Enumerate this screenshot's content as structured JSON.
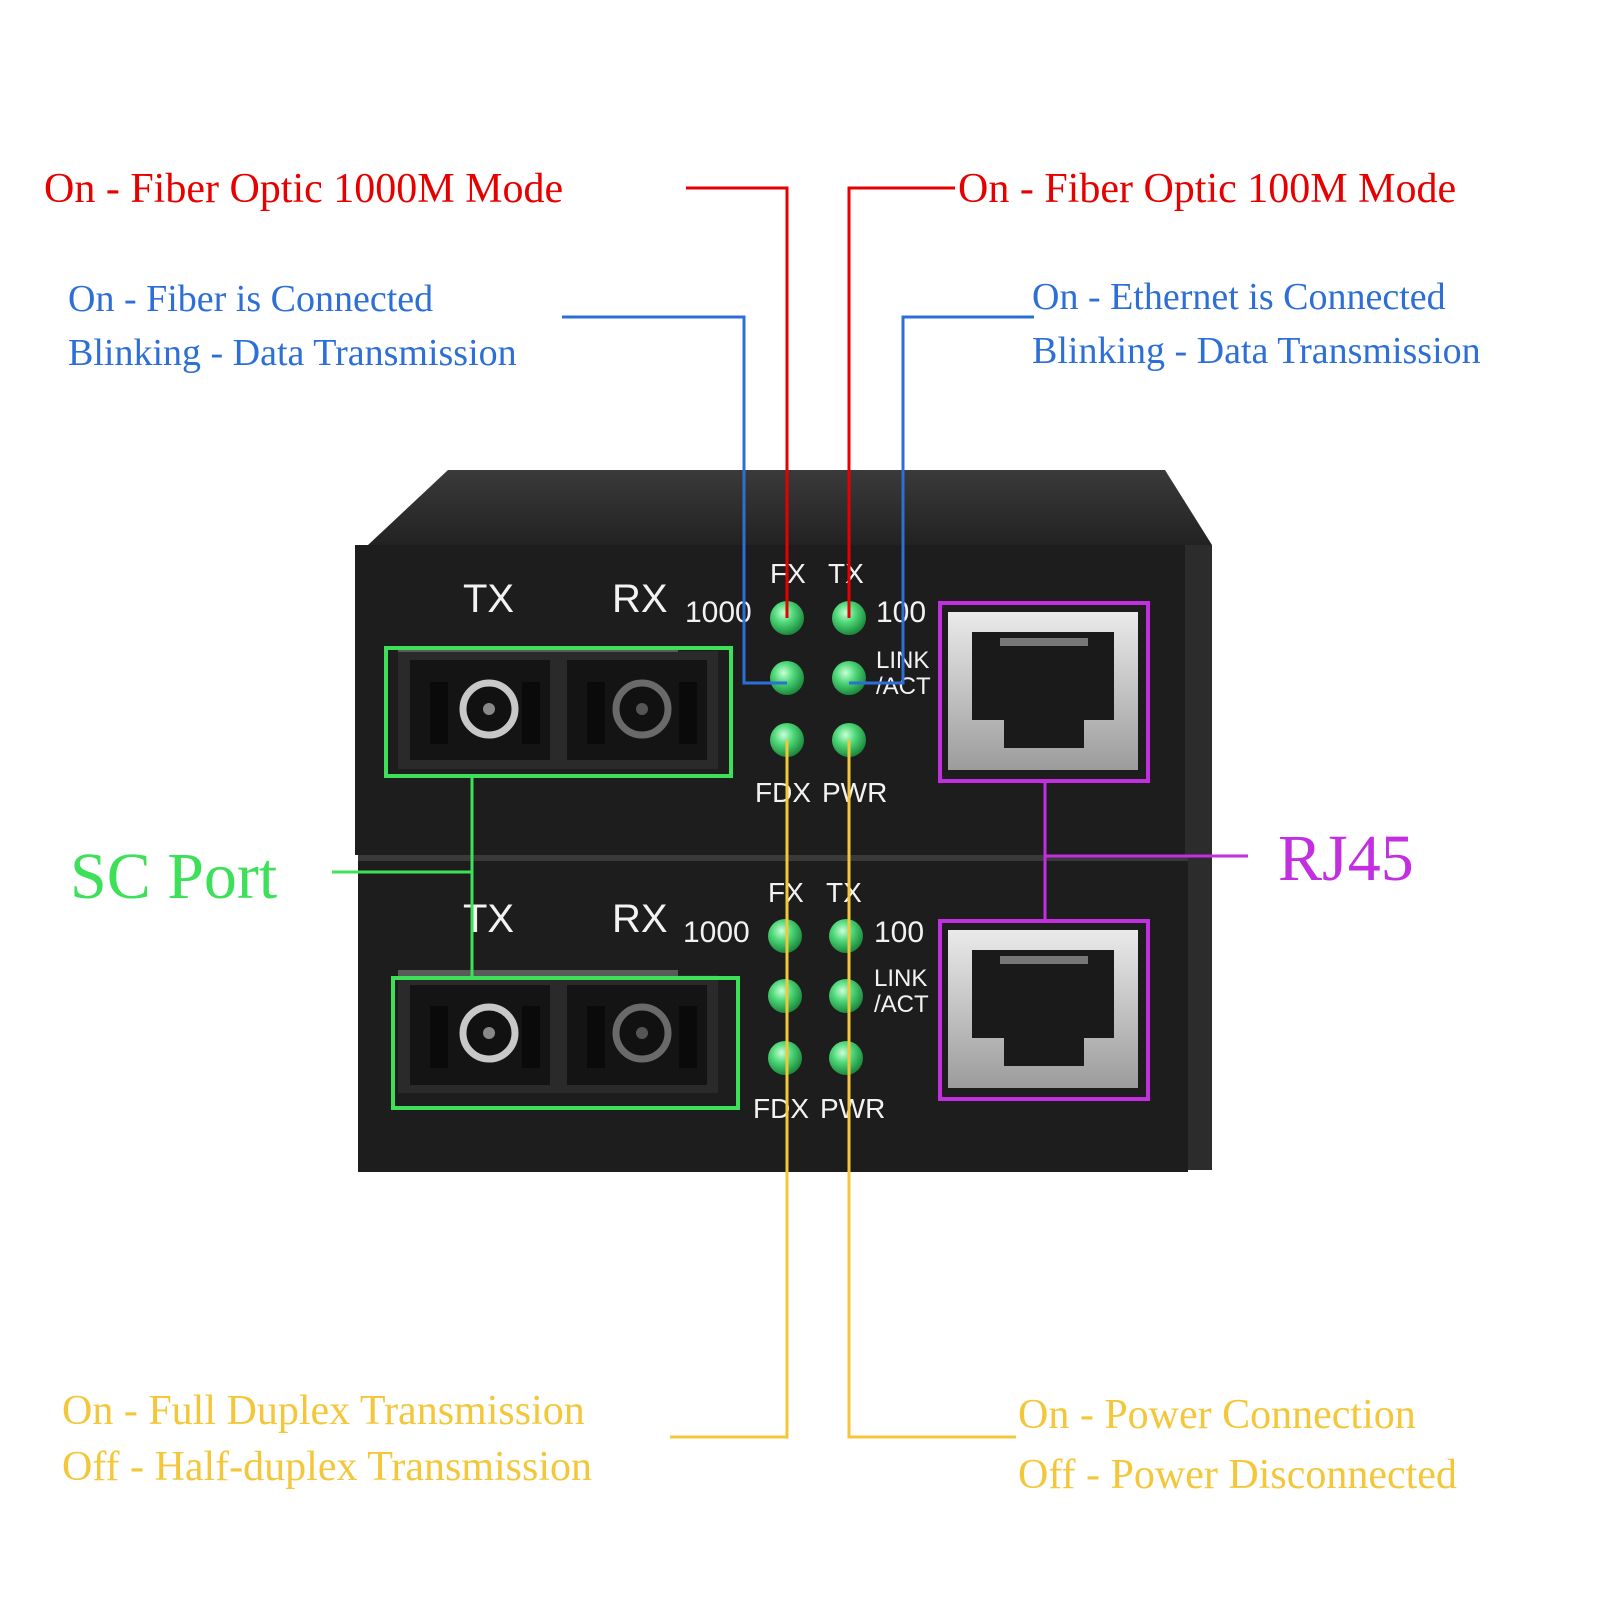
{
  "annotations": {
    "fx_1000": "On - Fiber Optic 1000M Mode",
    "tx_100": "On - Fiber Optic 100M Mode",
    "fiber_link_on": "On - Fiber is Connected",
    "fiber_link_blink": "Blinking - Data Transmission",
    "eth_link_on": "On - Ethernet is Connected",
    "eth_link_blink": "Blinking - Data Transmission",
    "sc_port": "SC Port",
    "rj45": "RJ45",
    "fdx_on": "On - Full Duplex Transmission",
    "fdx_off": "Off - Half-duplex Transmission",
    "pwr_on": "On - Power Connection",
    "pwr_off": "Off - Power Disconnected"
  },
  "device_labels": {
    "tx": "TX",
    "rx": "RX",
    "fx": "FX",
    "led_tx": "TX",
    "speed_1000": "1000",
    "speed_100": "100",
    "link": "LINK",
    "act": "/ACT",
    "fdx": "FDX",
    "pwr": "PWR"
  },
  "colors": {
    "red": "#e60000",
    "blue": "#2d6fd6",
    "green": "#3ee05a",
    "purple": "#c22ee0",
    "yellow": "#f4c73a",
    "led": "#3fd06a",
    "device_body": "#1c1c1c"
  }
}
